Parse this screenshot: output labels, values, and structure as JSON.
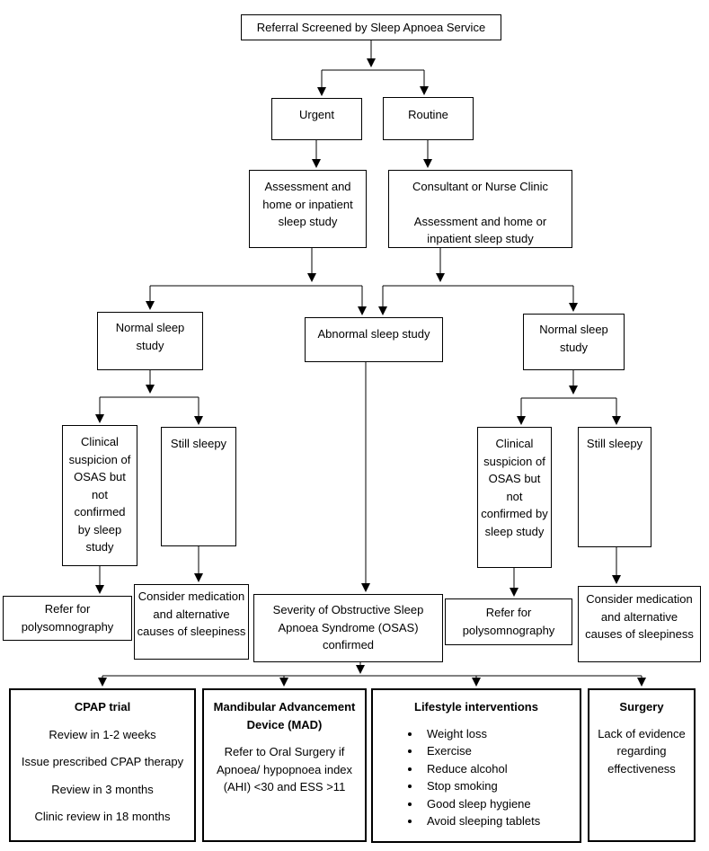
{
  "flowchart": {
    "referral": "Referral Screened by Sleep Apnoea Service",
    "triage": {
      "urgent": "Urgent",
      "routine": "Routine"
    },
    "urgent_path": {
      "assessment": "Assessment and home or inpatient sleep study"
    },
    "routine_path": {
      "clinic": "Consultant or Nurse Clinic",
      "assessment": "Assessment and home or inpatient sleep study"
    },
    "study_results": {
      "normal": "Normal sleep study",
      "abnormal": "Abnormal sleep study"
    },
    "normal_followup": {
      "clinical_suspicion": "Clinical suspicion of OSAS but not confirmed by sleep study",
      "still_sleepy": "Still sleepy",
      "refer_polysomnography": "Refer for polysomnography",
      "consider_medication": "Consider medication and alternative causes of sleepiness"
    },
    "osas_confirmed": "Severity of Obstructive Sleep Apnoea Syndrome (OSAS) confirmed",
    "treatments": {
      "cpap": {
        "title": "CPAP trial",
        "lines": [
          "Review in 1-2 weeks",
          "Issue prescribed CPAP therapy",
          "Review in 3 months",
          "Clinic review in 18 months"
        ]
      },
      "mad": {
        "title": "Mandibular Advancement Device (MAD)",
        "body": "Refer to Oral Surgery if Apnoea/ hypopnoea index (AHI) <30 and ESS >11"
      },
      "lifestyle": {
        "title": "Lifestyle interventions",
        "bullets": [
          "Weight loss",
          "Exercise",
          "Reduce alcohol",
          "Stop smoking",
          "Good sleep hygiene",
          "Avoid sleeping tablets"
        ]
      },
      "surgery": {
        "title": "Surgery",
        "body": "Lack of evidence regarding effectiveness"
      }
    },
    "colors": {
      "line": "#000000",
      "border": "#000000",
      "text": "#000000",
      "background": "#ffffff"
    }
  }
}
